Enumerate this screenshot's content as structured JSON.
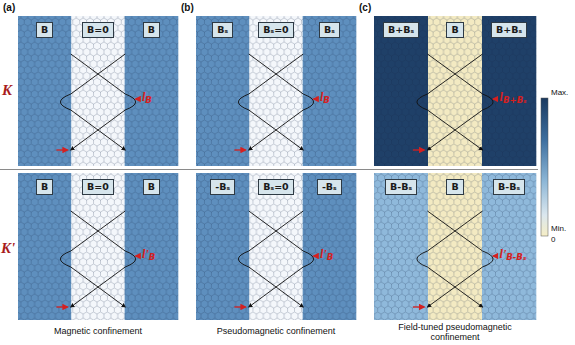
{
  "diagram": {
    "nodes": [
      {
        "text": [
          "B"
        ]
      },
      {
        "text": [
          "B=0"
        ]
      },
      {
        "text": [
          "B"
        ]
      },
      {
        "text": [
          "Bₛ"
        ]
      },
      {
        "text": [
          "Bₛ=0"
        ]
      },
      {
        "text": [
          "Bₛ"
        ]
      },
      {
        "text": [
          "B+Bₛ"
        ]
      },
      {
        "text": [
          "B"
        ]
      },
      {
        "text": [
          "B+Bₛ"
        ]
      },
      {
        "text": [
          "B"
        ]
      },
      {
        "text": [
          "B=0"
        ]
      },
      {
        "text": [
          "B"
        ]
      },
      {
        "text": [
          "-Bₛ"
        ]
      },
      {
        "text": [
          "Bₛ=0"
        ]
      },
      {
        "text": [
          "-Bₛ"
        ]
      },
      {
        "text": [
          "B-Bₛ"
        ]
      },
      {
        "text": [
          "B"
        ]
      },
      {
        "text": [
          "B-Bₛ"
        ]
      }
    ],
    "labels": [
      "(a)",
      "(b)",
      "(c)",
      "K",
      "K'",
      "lB",
      "lB",
      "lB+Bₛ",
      "l'B",
      "l'B",
      "l'B-Bₛ",
      "Max.",
      "Min.",
      "0",
      "Magnetic confinement",
      "Pseudomagnetic confinement",
      "Field-tuned pseudomagnetic confinement"
    ]
  }
}
